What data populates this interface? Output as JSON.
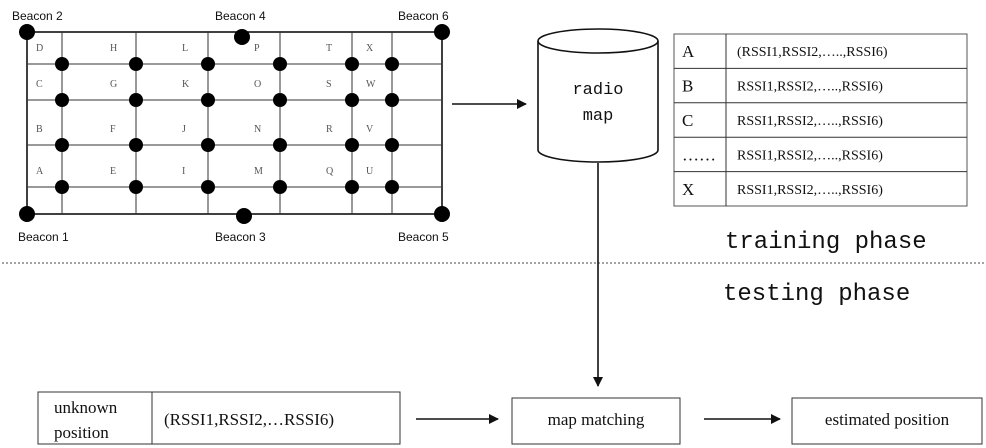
{
  "floor_grid": {
    "beacons": [
      {
        "id": "b1",
        "label": "Beacon 1"
      },
      {
        "id": "b2",
        "label": "Beacon 2"
      },
      {
        "id": "b3",
        "label": "Beacon 3"
      },
      {
        "id": "b4",
        "label": "Beacon 4"
      },
      {
        "id": "b5",
        "label": "Beacon 5"
      },
      {
        "id": "b6",
        "label": "Beacon 6"
      }
    ],
    "point_labels": [
      [
        "D",
        "H",
        "L",
        "P",
        "T",
        "X"
      ],
      [
        "C",
        "G",
        "K",
        "O",
        "S",
        "W"
      ],
      [
        "B",
        "F",
        "J",
        "N",
        "R",
        "V"
      ],
      [
        "A",
        "E",
        "I",
        "M",
        "Q",
        "U"
      ]
    ]
  },
  "radio_map": {
    "line1": "radio",
    "line2": "map"
  },
  "fingerprint_table": {
    "rows": [
      {
        "point": "A",
        "value": "(RSSI1,RSSI2,…..,RSSI6)"
      },
      {
        "point": "B",
        "value": "RSSI1,RSSI2,…..,RSSI6)"
      },
      {
        "point": "C",
        "value": "RSSI1,RSSI2,…..,RSSI6)"
      },
      {
        "point": "……",
        "value": "RSSI1,RSSI2,…..,RSSI6)"
      },
      {
        "point": "X",
        "value": "RSSI1,RSSI2,…..,RSSI6)"
      }
    ]
  },
  "phases": {
    "training": "training phase",
    "testing": "testing phase"
  },
  "testing_flow": {
    "unknown_line1": "unknown",
    "unknown_line2": "position",
    "unknown_value": "(RSSI1,RSSI2,…RSSI6)",
    "matching": "map matching",
    "result": "estimated position"
  }
}
